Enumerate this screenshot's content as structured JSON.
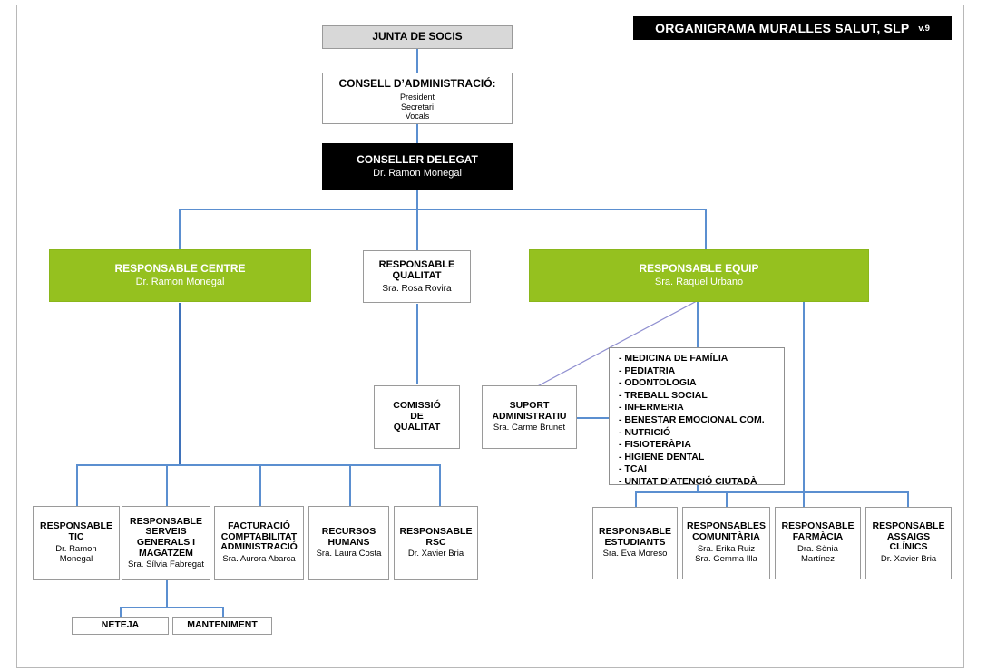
{
  "title": {
    "main": "ORGANIGRAMA MURALLES SALUT, SLP",
    "version": "v.9"
  },
  "nodes": {
    "junta": {
      "title": "JUNTA DE SOCIS",
      "sub": ""
    },
    "consell": {
      "title": "CONSELL D’ADMINISTRACIÓ:",
      "sub": "President\nSecretari\nVocals"
    },
    "conseller": {
      "title": "CONSELLER DELEGAT",
      "sub": "Dr. Ramon Monegal"
    },
    "resp_centre": {
      "title": "RESPONSABLE CENTRE",
      "sub": "Dr. Ramon Monegal"
    },
    "resp_qualitat": {
      "title": "RESPONSABLE\nQUALITAT",
      "sub": "Sra. Rosa Rovira"
    },
    "resp_equip": {
      "title": "RESPONSABLE EQUIP",
      "sub": "Sra. Raquel Urbano"
    },
    "comissio": {
      "title": "COMISSIÓ\nDE\nQUALITAT",
      "sub": ""
    },
    "suport": {
      "title": "SUPORT\nADMINISTRATIU",
      "sub": "Sra. Carme Brunet"
    },
    "resp_tic": {
      "title": "RESPONSABLE\nTIC",
      "sub": "Dr. Ramon\nMonegal"
    },
    "resp_serveis": {
      "title": "RESPONSABLE\nSERVEIS\nGENERALS I\nMAGATZEM",
      "sub": "Sra. Sílvia Fabregat"
    },
    "facturacio": {
      "title": "FACTURACIÓ\nCOMPTABILITAT\nADMINISTRACIÓ",
      "sub": "Sra. Aurora Abarca"
    },
    "recursos": {
      "title": "RECURSOS\nHUMANS",
      "sub": "Sra. Laura Costa"
    },
    "resp_rsc": {
      "title": "RESPONSABLE\nRSC",
      "sub": "Dr. Xavier Bria"
    },
    "neteja": {
      "title": "NETEJA",
      "sub": ""
    },
    "manteniment": {
      "title": "MANTENIMENT",
      "sub": ""
    },
    "resp_estudiants": {
      "title": "RESPONSABLE\nESTUDIANTS",
      "sub": "Sra. Eva Moreso"
    },
    "resp_comunitaria": {
      "title": "RESPONSABLES\nCOMUNITÀRIA",
      "sub": "Sra. Erika Ruiz\nSra. Gemma Illa"
    },
    "resp_farmacia": {
      "title": "RESPONSABLE\nFARMÀCIA",
      "sub": "Dra. Sònia\nMartínez"
    },
    "resp_assaigs": {
      "title": "RESPONSABLE\nASSAIGS\nCLÍNICS",
      "sub": "Dr. Xavier Bria"
    }
  },
  "services": [
    "- MEDICINA DE FAMÍLIA",
    "- PEDIATRIA",
    "- ODONTOLOGIA",
    "- TREBALL SOCIAL",
    "- INFERMERIA",
    "- BENESTAR  EMOCIONAL COM.",
    "- NUTRICIÓ",
    "- FISIOTERÀPIA",
    "- HIGIENE DENTAL",
    "- TCAI",
    "- UNITAT D’ATENCIÓ CIUTADÀ"
  ],
  "colors": {
    "accent_green": "#95c11f",
    "connector_blue": "#5b8fd0",
    "header_black": "#000000",
    "grey_box": "#d8d8d8"
  }
}
